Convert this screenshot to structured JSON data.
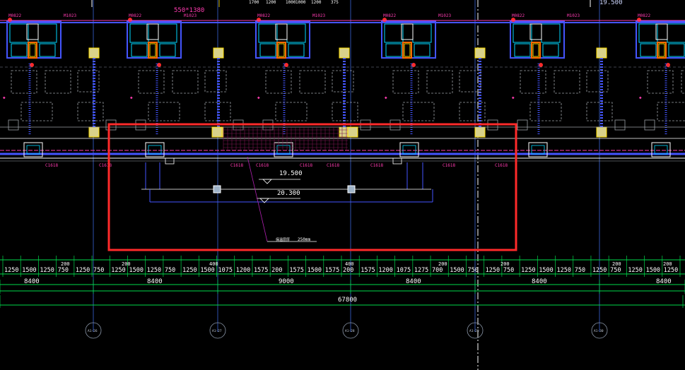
{
  "top_labels": {
    "window_size": "550*1380",
    "door_m1023": "M1023",
    "door_m0822": "M0822",
    "elev_top": "19.500",
    "top_dims": [
      "1700",
      "1200",
      "1000",
      "1000",
      "1200",
      "375"
    ]
  },
  "window_labels": [
    "C1618",
    "C1618",
    "C1618",
    "C1618",
    "C1618",
    "C1618",
    "C1618",
    "C1618",
    "C1618"
  ],
  "elevations": {
    "upper": "19.500",
    "lower": "20.300"
  },
  "note": {
    "label": "保温层厚",
    "value": "250mm"
  },
  "dims_row1": [
    "1250",
    "1500",
    "1250",
    "750",
    "1250",
    "750",
    "1250",
    "1500",
    "1250",
    "750",
    "1250",
    "1500",
    "1075",
    "1200",
    "1575",
    "200",
    "1575",
    "1500",
    "1575",
    "200",
    "1575",
    "1200",
    "1075",
    "1275",
    "700",
    "1500",
    "750",
    "1250",
    "750",
    "1250",
    "1500",
    "1250",
    "750",
    "1250",
    "750",
    "1250",
    "1500",
    "1250"
  ],
  "dims_row1_small": [
    "200",
    "200",
    "400",
    "400",
    "200",
    "200",
    "200",
    "200"
  ],
  "dims_row2": [
    "8400",
    "8400",
    "9000",
    "8400",
    "8400",
    "8400"
  ],
  "total_dim": "67800",
  "axis_bubbles": [
    "A1-26",
    "A1-27",
    "A1-28",
    "A1-29",
    "A1-30"
  ],
  "highlight_color": "#ff2a2a"
}
